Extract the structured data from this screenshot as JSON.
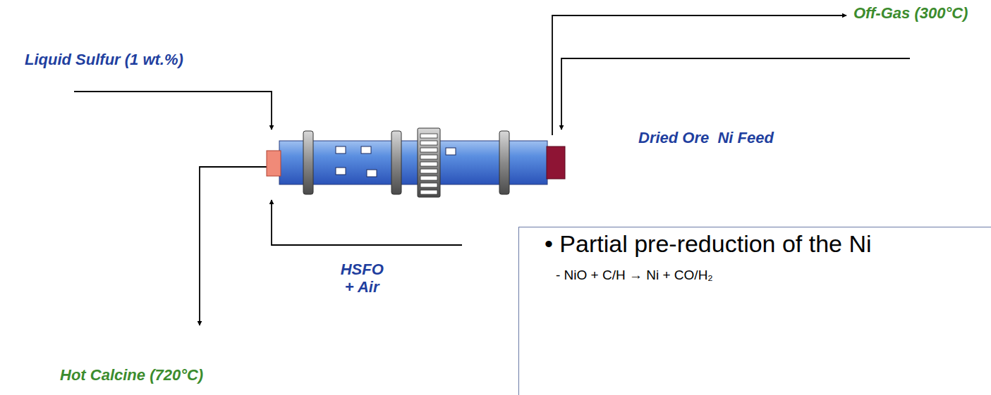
{
  "diagram": {
    "nodes": [
      {
        "text": [
          "• Partial pre-reduction of the Ni",
          "- NiO + C/H → Ni + CO/H₂"
        ]
      }
    ],
    "labels": [
      "Liquid Sulfur (1 wt.%)",
      "Off-Gas (300°C)",
      "Dried Ore  Ni Feed",
      "HSFO + Air",
      "Hot Calcine (720°C)"
    ]
  }
}
